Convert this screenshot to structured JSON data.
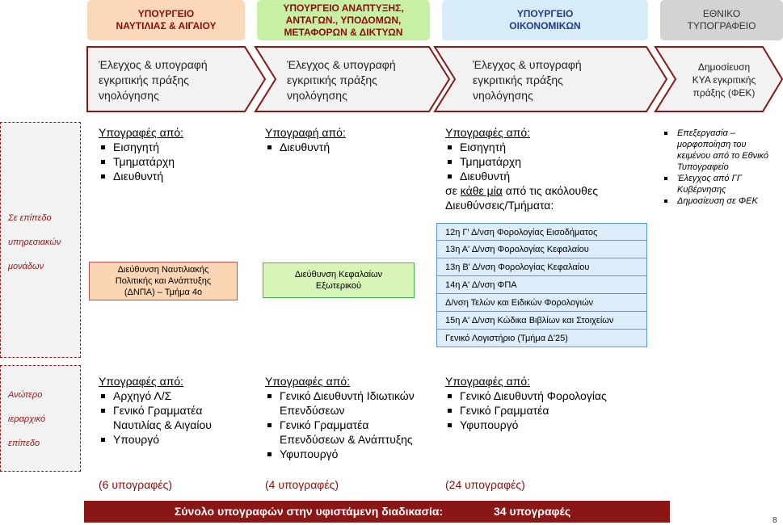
{
  "headers": {
    "col1": "ΥΠΟΥΡΓΕΙΟ\nΝΑΥΤΙΛΙΑΣ & ΑΙΓΑΙΟΥ",
    "col2": "ΥΠΟΥΡΓΕΙΟ ΑΝΑΠΤΥΞΗΣ,\nΑΝΤΑΓΩΝ., ΥΠΟΔΟΜΩΝ,\nΜΕΤΑΦΟΡΩΝ & ΔΙΚΤΥΩΝ",
    "col3": "ΥΠΟΥΡΓΕΙΟ\nΟΙΚΟΝΟΜΙΚΩΝ",
    "col4": "ΕΘΝΙΚΟ\nΤΥΠΟΓΡΑΦΕΙΟ"
  },
  "steps": {
    "step1": "Έλεγχος & υπογραφή\nεγκριτικής πράξης\nνηολόγησης",
    "step2": "Έλεγχος & υπογραφή\nεγκριτικής πράξης\nνηολόγησης",
    "step3": "Έλεγχος & υπογραφή\nεγκριτικής πράξης\nνηολόγησης",
    "step4": "Δημοσίευση\nΚΥΑ εγκριτικής\nπράξης (ΦΕΚ)"
  },
  "levels": {
    "service": "Σε επίπεδο\nυπηρεσιακών\nμονάδων",
    "senior": "Ανώτερο\nιεραρχικό\nεπίπεδο"
  },
  "service_level": {
    "col1": {
      "title": "Υπογραφές από:",
      "items": [
        "Εισηγητή",
        "Τμηματάρχη",
        "Διευθυντή"
      ]
    },
    "col2": {
      "title": "Υπογραφή από:",
      "items": [
        "Διευθυντή"
      ]
    },
    "col3": {
      "title": "Υπογραφές από:",
      "items": [
        "Εισηγητή",
        "Τμηματάρχη",
        "Διευθυντή"
      ],
      "note_pre": "σε ",
      "note_emph": "κάθε μία",
      "note_post": " από τις ακόλουθες\nΔιευθύνσεις/Τμήματα:"
    },
    "col4_items": [
      "Επεξεργασία – μορφοποίηση του κειμένου από το Εθνικό Τυπογραφείο",
      "Έλεγχος από ΓΓ Κυβέρνησης",
      "Δημοσίευση σε ΦΕΚ"
    ]
  },
  "departments": {
    "col1": "Διεύθυνση Ναυτιλιακής\nΠολιτικής και Ανάπτυξης\n(ΔΝΠΑ) – Τμήμα 4ο",
    "col2": "Διεύθυνση Κεφαλαίων\nΕξωτερικού",
    "col3": [
      "12η Γ' Δ/νση Φορολογίας Εισοδήματος",
      "13η Α' Δ/νση Φορολογίας Κεφαλαίου",
      "13η Β' Δ/νση Φορολογίας Κεφαλαίου",
      "14η Α' Δ/νση ΦΠΑ",
      "Δ/νση Τελών και Ειδικών Φορολογιών",
      "15η Α' Δ/νση Κώδικα Βιβλίων και Στοιχείων",
      "Γενικό Λογιστήριο (Τμήμα Δ'25)"
    ]
  },
  "senior_level": {
    "col1": {
      "title": "Υπογραφές από:",
      "items": [
        "Αρχηγό Λ/Σ",
        "Γενικό Γραμματέα\nΝαυτιλίας & Αιγαίου",
        "Υπουργό"
      ]
    },
    "col2": {
      "title": "Υπογραφές από:",
      "items": [
        "Γενικό Διευθυντή Ιδιωτικών\nΕπενδύσεων",
        "Γενικό Γραμματέα\nΕπενδύσεων & Ανάπτυξης",
        "Υφυπουργό"
      ]
    },
    "col3": {
      "title": "Υπογραφές από:",
      "items": [
        "Γενικό Διευθυντή Φορολογίας",
        "Γενικό Γραμματέα",
        "Υφυπουργό"
      ]
    }
  },
  "counts": {
    "col1": "(6 υπογραφές)",
    "col2": "(4 υπογραφές)",
    "col3": "(24 υπογραφές)"
  },
  "total": {
    "label": "Σύνολο υπογραφών στην υφιστάμενη διαδικασία:",
    "value": "34 υπογραφές"
  },
  "page_number": "8",
  "colors": {
    "accent_red": "#8b1616",
    "header1_bg": "#fbd9b8",
    "header2_bg": "#c8f0a4",
    "header3_bg": "#d8ecf8",
    "header4_bg": "#d3d3d3"
  }
}
